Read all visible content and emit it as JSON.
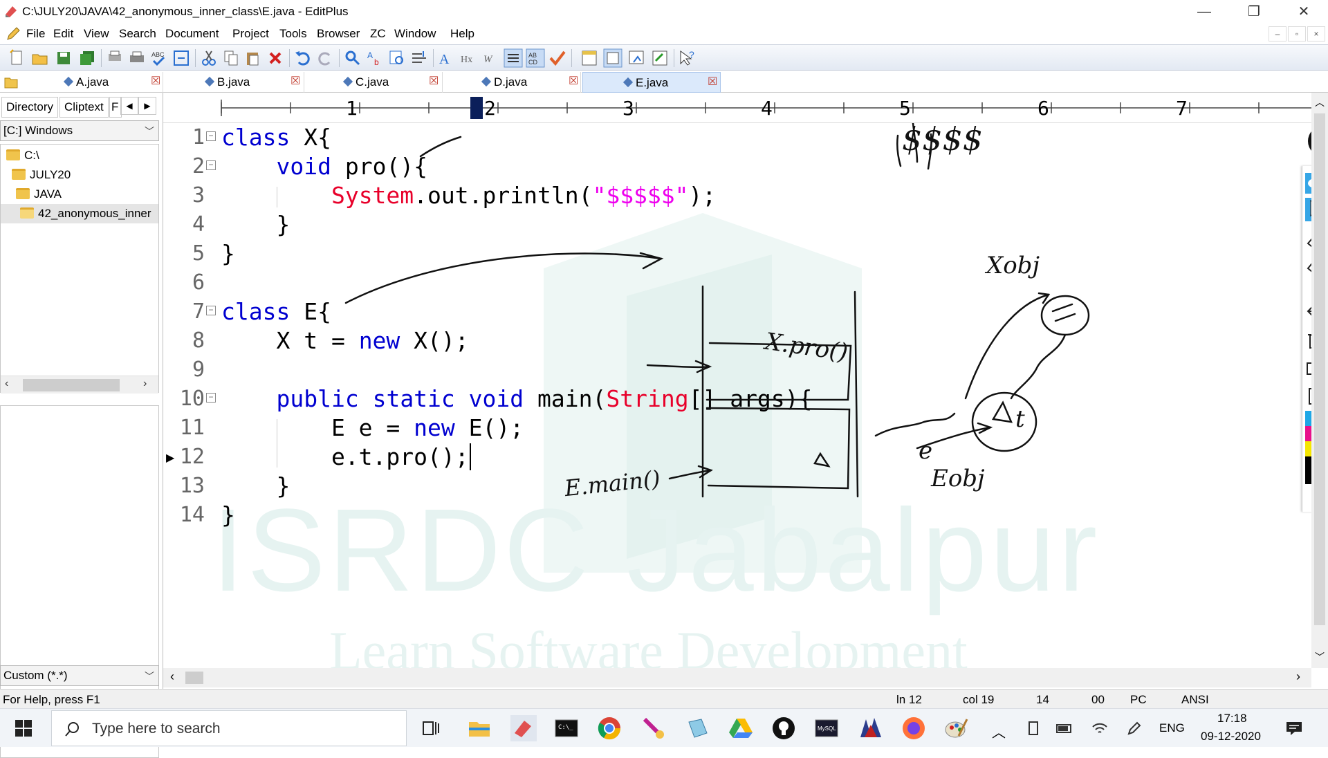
{
  "window": {
    "title": "C:\\JULY20\\JAVA\\42_anonymous_inner_class\\E.java - EditPlus",
    "minimize": "—",
    "restore": "❐",
    "close": "✕"
  },
  "menu": {
    "items": [
      "File",
      "Edit",
      "View",
      "Search",
      "Document",
      "Project",
      "Tools",
      "Browser",
      "ZC",
      "Window",
      "Help"
    ],
    "mdi_min": "–",
    "mdi_restore": "▫",
    "mdi_close": "×"
  },
  "tabs": [
    {
      "label": "A.java",
      "active": false
    },
    {
      "label": "B.java",
      "active": false
    },
    {
      "label": "C.java",
      "active": false
    },
    {
      "label": "D.java",
      "active": false
    },
    {
      "label": "E.java",
      "active": true
    }
  ],
  "left_panel": {
    "tab_directory": "Directory",
    "tab_cliptext": "Cliptext",
    "tab_more": "F",
    "drive": "[C:] Windows",
    "tree": [
      "C:\\",
      "JULY20",
      "JAVA",
      "42_anonymous_inner"
    ],
    "filter": "Custom (*.*)"
  },
  "ruler": {
    "numbers": [
      "1",
      "2",
      "3",
      "4",
      "5",
      "6",
      "7"
    ]
  },
  "editor": {
    "line_numbers": [
      "1",
      "2",
      "3",
      "4",
      "5",
      "6",
      "7",
      "8",
      "9",
      "10",
      "11",
      "12",
      "13",
      "14"
    ],
    "current_line": "12"
  },
  "annotations": {
    "dollars": "$$$$",
    "xpro": "X.pro()",
    "emain": "E.main()",
    "eptr": "e",
    "tptr": "t",
    "xobj": "Xobj",
    "eobj": "Eobj"
  },
  "watermark": {
    "line1": "ISRDC Jabalpur",
    "line2": "Learn Software Development"
  },
  "status": {
    "help": "For Help, press F1",
    "ln": "ln 12",
    "col": "col 19",
    "total": "14",
    "mode": "00",
    "eol": "PC",
    "encoding": "ANSI"
  },
  "taskbar": {
    "search_placeholder": "Type here to search",
    "lang": "ENG",
    "time": "17:18",
    "date": "09-12-2020"
  }
}
